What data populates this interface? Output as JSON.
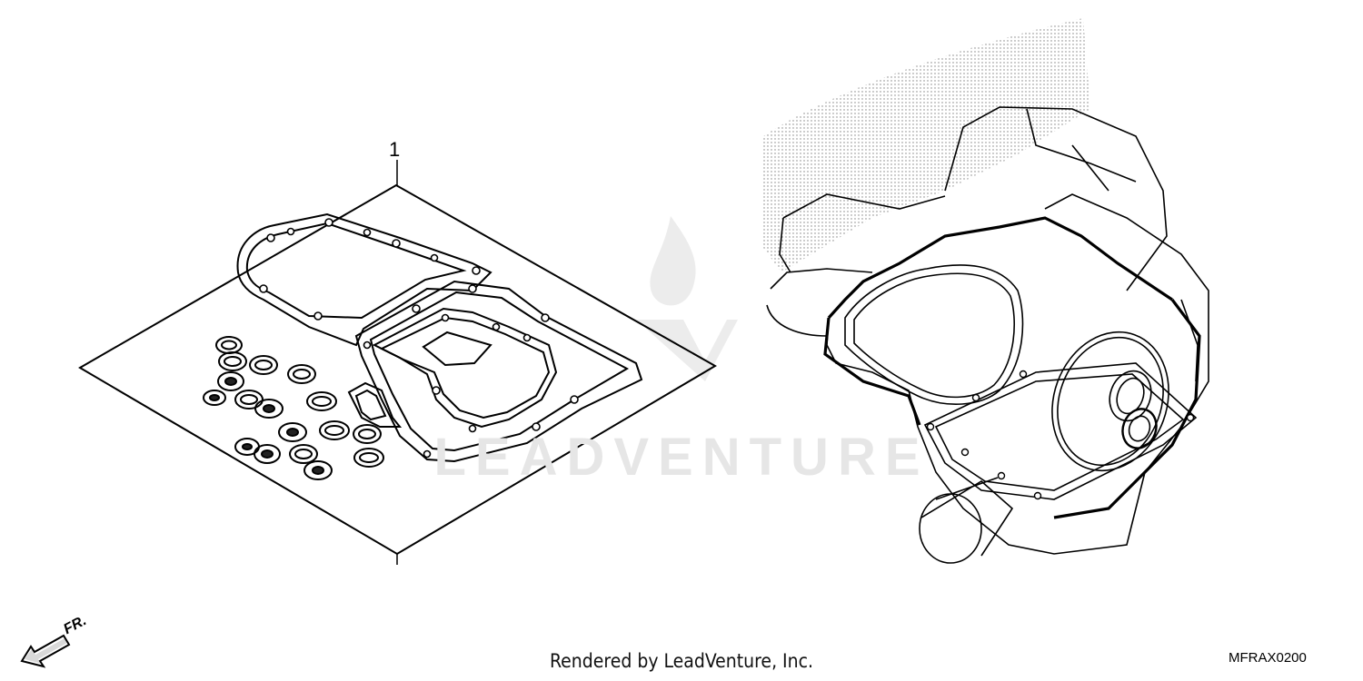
{
  "diagram": {
    "callouts": [
      {
        "label": "1"
      }
    ],
    "orientation": {
      "label": "FR.",
      "icon": "front-direction-arrow-icon"
    },
    "watermark": {
      "text": "LEADVENTURE",
      "icon": "flame-v-logo-icon"
    },
    "footer": {
      "credit": "Rendered by LeadVenture, Inc.",
      "code": "MFRAX0200"
    },
    "colors": {
      "line": "#000000",
      "watermark": "#e6e6e6",
      "background": "#ffffff"
    }
  }
}
